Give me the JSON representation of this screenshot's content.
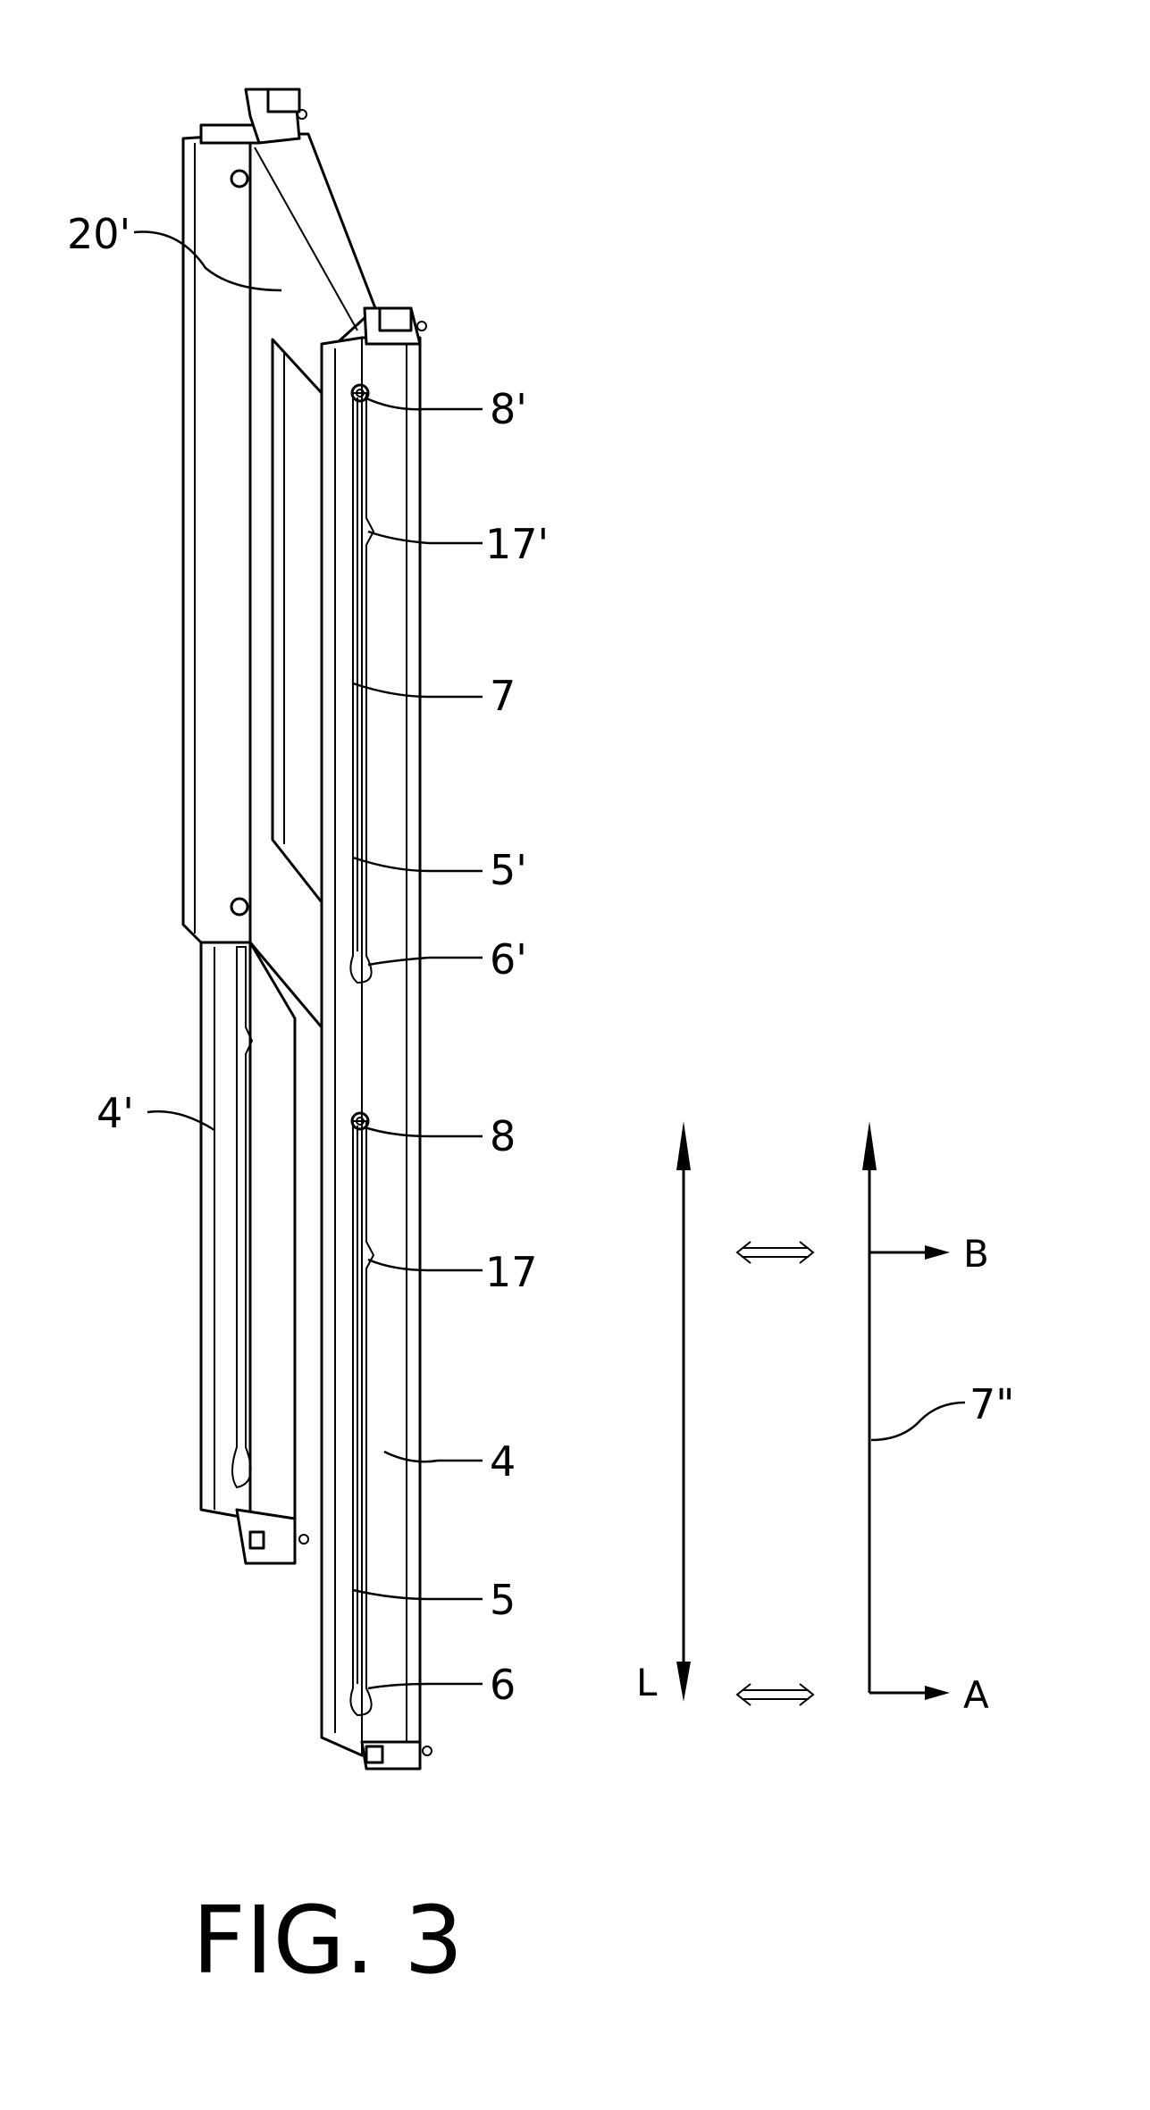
{
  "figure": {
    "caption": "FIG. 3",
    "reference_labels": {
      "label_20p": "20'",
      "label_8p": "8'",
      "label_17p": "17'",
      "label_7": "7",
      "label_5p": "5'",
      "label_6p": "6'",
      "label_4p": "4'",
      "label_8": "8",
      "label_17": "17",
      "label_4": "4",
      "label_5": "5",
      "label_6": "6",
      "label_7pp": "7\""
    },
    "direction_labels": {
      "label_L": "L",
      "label_A": "A",
      "label_B": "B"
    }
  }
}
